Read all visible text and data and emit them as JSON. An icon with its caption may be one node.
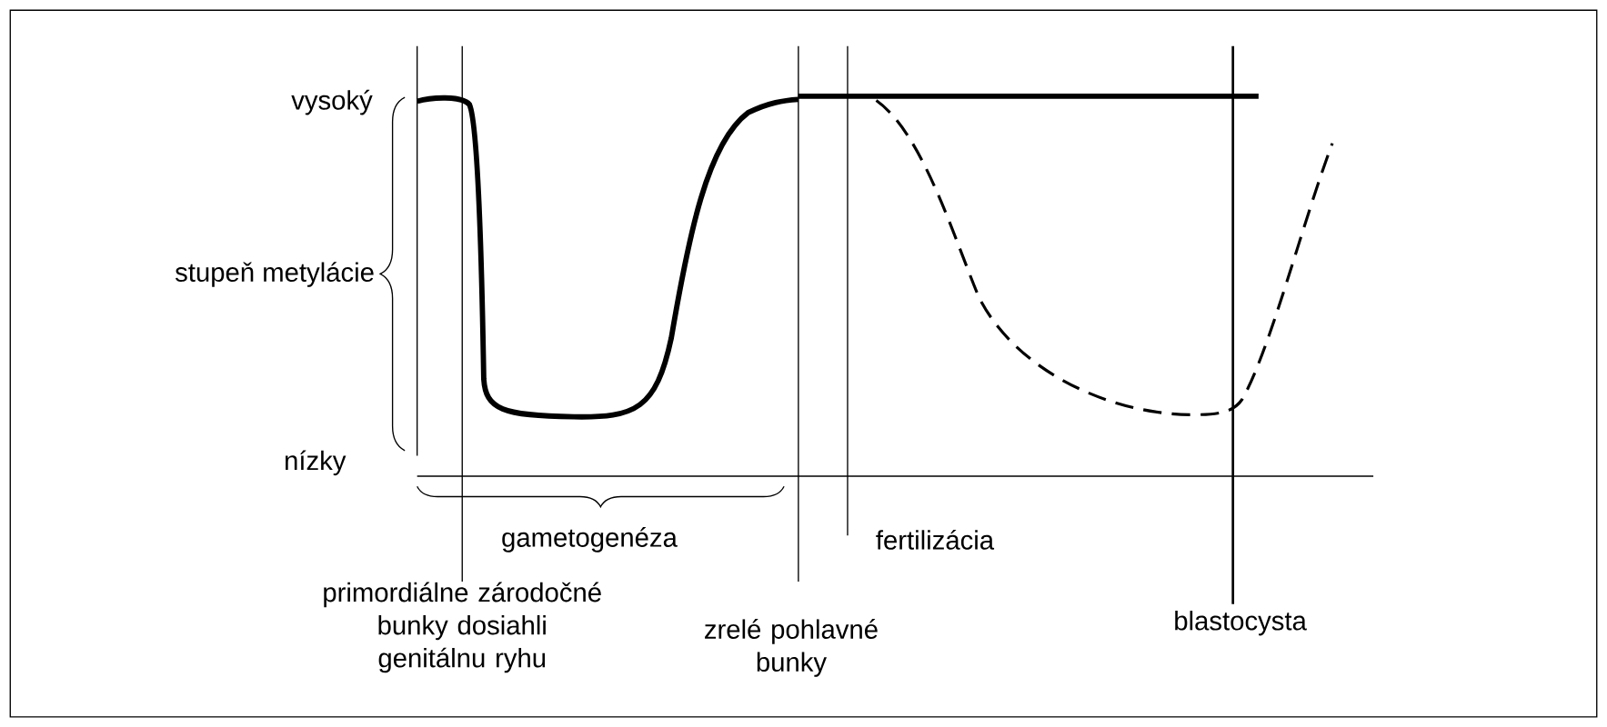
{
  "diagram": {
    "labels": [
      "vysoký",
      "stupeň metylácie",
      "nízky",
      "gametogenéza",
      "fertilizácia",
      "primordiálne zárodočné bunky dosiahli genitálnu ryhu",
      "zrelé pohlavné bunky",
      "blastocysta"
    ]
  }
}
